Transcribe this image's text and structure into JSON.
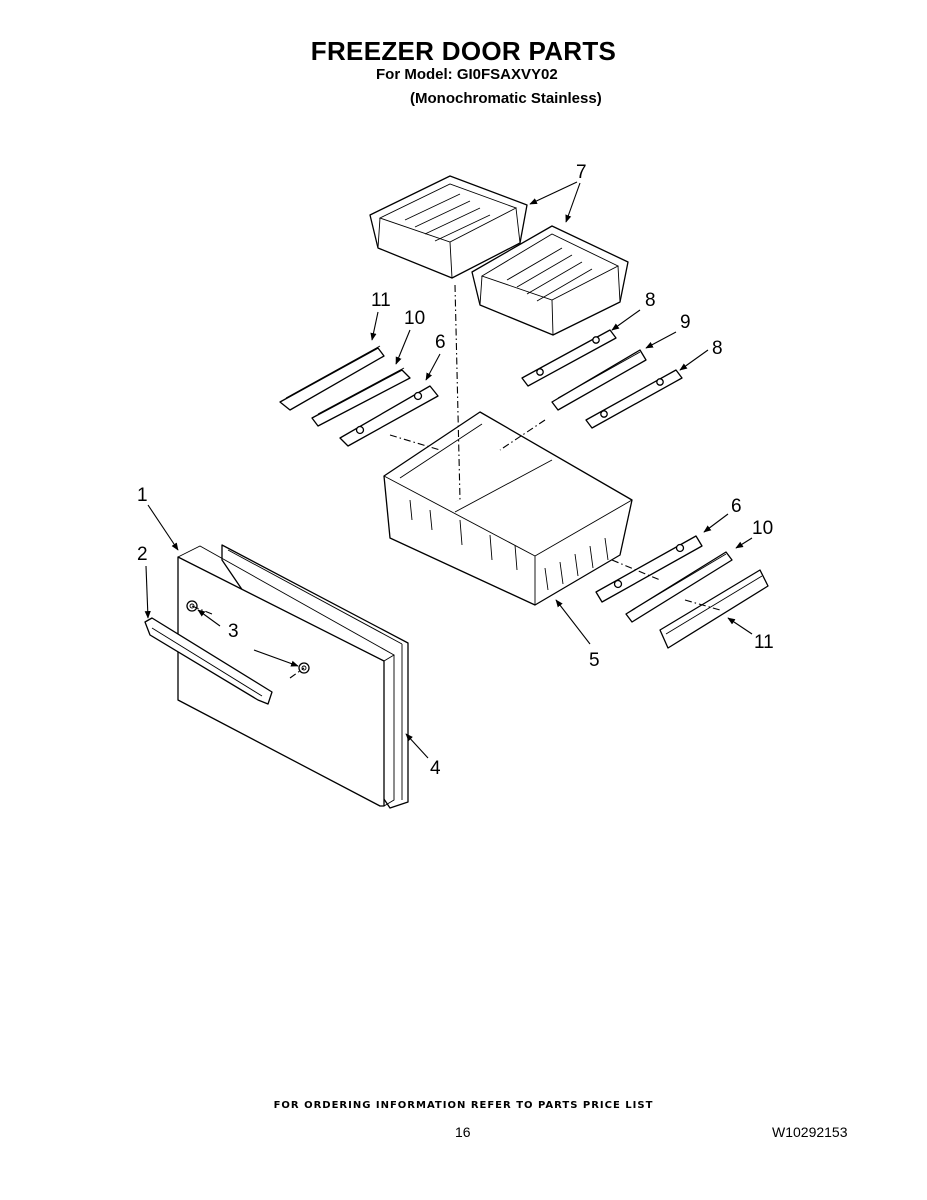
{
  "header": {
    "title": "FREEZER DOOR PARTS",
    "model_line": "For Model: GI0FSAXVY02",
    "variant_line": "(Monochromatic Stainless)"
  },
  "callouts": {
    "c1": "1",
    "c2": "2",
    "c3": "3",
    "c4": "4",
    "c5": "5",
    "c6a": "6",
    "c6b": "6",
    "c7": "7",
    "c8a": "8",
    "c8b": "8",
    "c9": "9",
    "c10a": "10",
    "c10b": "10",
    "c11a": "11",
    "c11b": "11"
  },
  "footer": {
    "ordering_note": "FOR ORDERING INFORMATION REFER TO PARTS PRICE LIST",
    "page_number": "16",
    "document_number": "W10292153"
  }
}
